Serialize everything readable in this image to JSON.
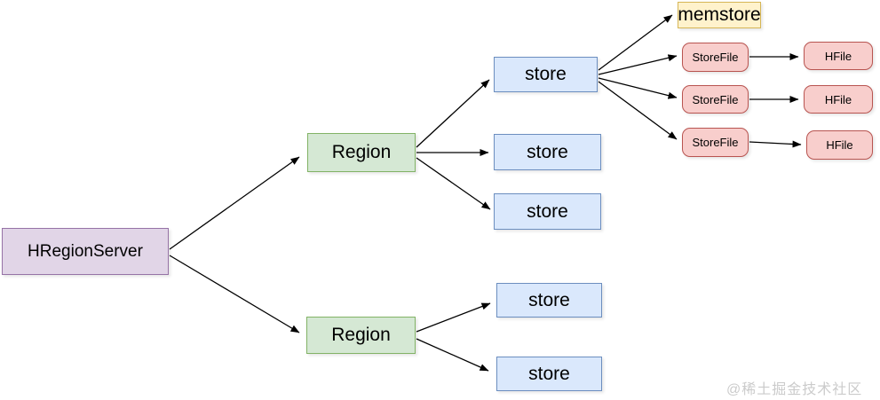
{
  "diagram": {
    "nodes": {
      "hregionserver": {
        "label": "HRegionServer"
      },
      "region1": {
        "label": "Region"
      },
      "region2": {
        "label": "Region"
      },
      "store1": {
        "label": "store"
      },
      "store2": {
        "label": "store"
      },
      "store3": {
        "label": "store"
      },
      "store4": {
        "label": "store"
      },
      "store5": {
        "label": "store"
      },
      "memstore": {
        "label": "memstore"
      },
      "storefile1": {
        "label": "StoreFile"
      },
      "storefile2": {
        "label": "StoreFile"
      },
      "storefile3": {
        "label": "StoreFile"
      },
      "hfile1": {
        "label": "HFile"
      },
      "hfile2": {
        "label": "HFile"
      },
      "hfile3": {
        "label": "HFile"
      }
    },
    "colors": {
      "purple_fill": "#e1d5e7",
      "purple_border": "#9673a6",
      "green_fill": "#d5e8d4",
      "green_border": "#82b366",
      "blue_fill": "#dae8fc",
      "blue_border": "#6c8ebf",
      "yellow_fill": "#fff2cc",
      "yellow_border": "#d6b656",
      "pink_fill": "#f8cecc",
      "pink_border": "#b85450",
      "arrow": "#000000",
      "watermark_text": "#cbcbcb"
    },
    "watermark": "@稀土掘金技术社区"
  }
}
